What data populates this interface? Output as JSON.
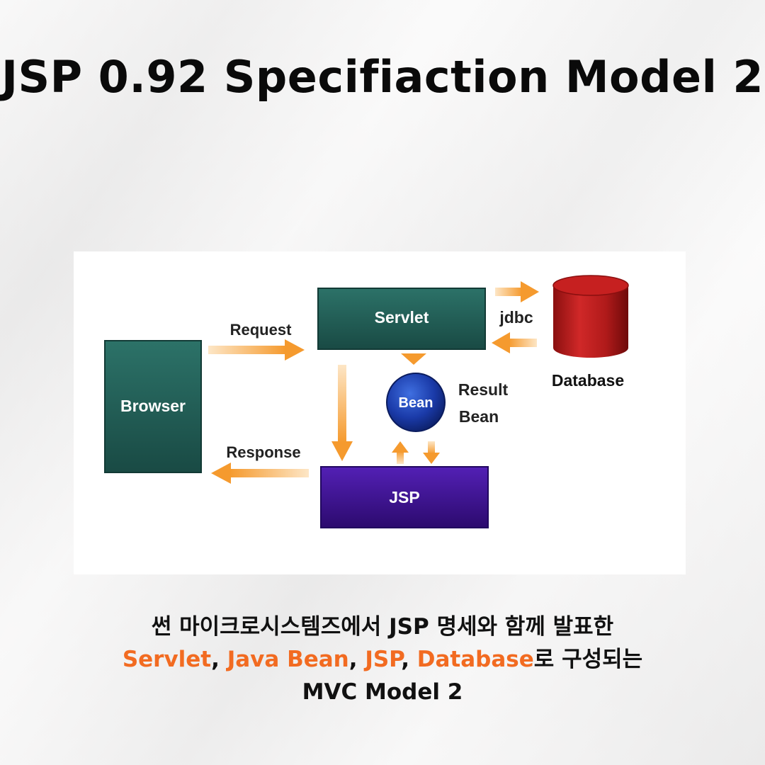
{
  "title": "JSP 0.92 Specifiaction Model 2",
  "diagram": {
    "nodes": {
      "browser": "Browser",
      "servlet": "Servlet",
      "jsp": "JSP",
      "bean": "Bean",
      "database": "Database"
    },
    "labels": {
      "request": "Request",
      "response": "Response",
      "jdbc": "jdbc",
      "result_line1": "Result",
      "result_line2": "Bean"
    },
    "colors": {
      "box_teal": "#1f5d55",
      "box_purple": "#3d0f8f",
      "bean_blue": "#173a9e",
      "database_red": "#b31b1b",
      "arrow_orange": "#f7a23c"
    }
  },
  "caption": {
    "line1": "썬 마이크로시스템즈에서 JSP 명세와 함께 발표한",
    "line2": {
      "servlet": "Servlet",
      "sep1": ", ",
      "java_bean": "Java Bean",
      "sep2": ", ",
      "jsp": "JSP",
      "sep3": ", ",
      "database": "Database",
      "tail": "로 구성되는"
    },
    "line3": "MVC Model 2"
  }
}
